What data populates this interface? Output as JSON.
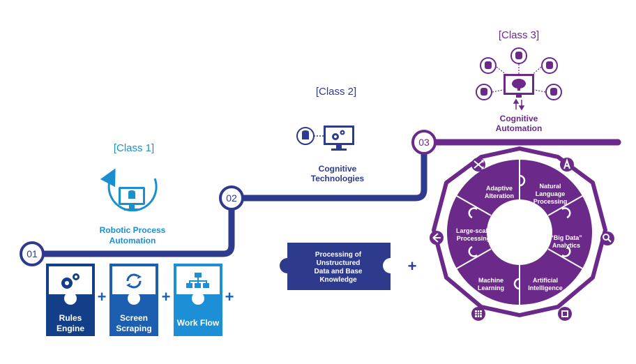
{
  "class1": {
    "label": "[Class 1]",
    "title_line1": "Robotic Process",
    "title_line2": "Automation",
    "step": "01"
  },
  "class2": {
    "label": "[Class 2]",
    "title_line1": "Cognitive",
    "title_line2": "Technologies",
    "step": "02"
  },
  "class3": {
    "label": "[Class 3]",
    "title_line1": "Cognitive",
    "title_line2": "Automation",
    "step": "03"
  },
  "tiles": [
    {
      "line1": "Rules",
      "line2": "Engine",
      "icon": "gears-icon"
    },
    {
      "line1": "Screen",
      "line2": "Scraping",
      "icon": "sync-icon"
    },
    {
      "line1": "Work Flow",
      "line2": "",
      "icon": "org-chart-icon"
    }
  ],
  "plus_sign": "+",
  "puzzle": {
    "line1": "Processing of",
    "line2": "Unstructured",
    "line3": "Data and Base",
    "line4": "Knowledge"
  },
  "wheel_segments": [
    {
      "line1": "Adaptive",
      "line2": "Alteration",
      "line3": ""
    },
    {
      "line1": "Natural",
      "line2": "Language",
      "line3": "Processing"
    },
    {
      "line1": "“Big Data”",
      "line2": "Analytics",
      "line3": ""
    },
    {
      "line1": "Artificial",
      "line2": "Intelligence",
      "line3": ""
    },
    {
      "line1": "Machine",
      "line2": "Learning",
      "line3": ""
    },
    {
      "line1": "Large-scale",
      "line2": "Processing",
      "line3": ""
    }
  ],
  "colors": {
    "class1": "#1a8fd0",
    "class2": "#2e3a8c",
    "class3": "#6b2a8a",
    "tile_dark": "#123f87",
    "tile_light": "#1c8fd6"
  }
}
